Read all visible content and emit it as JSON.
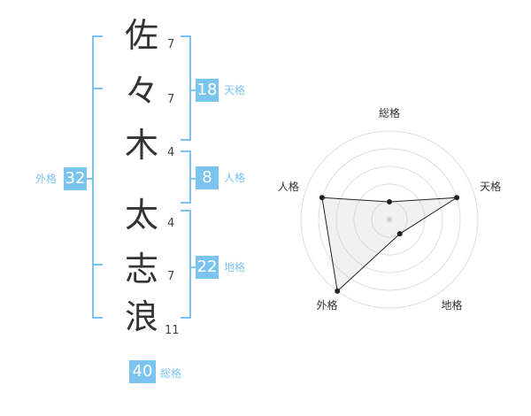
{
  "name": {
    "chars": [
      {
        "char": "佐",
        "strokes": "7"
      },
      {
        "char": "々",
        "strokes": "7"
      },
      {
        "char": "木",
        "strokes": "4"
      },
      {
        "char": "太",
        "strokes": "4"
      },
      {
        "char": "志",
        "strokes": "7"
      },
      {
        "char": "浪",
        "strokes": "11"
      }
    ]
  },
  "kakusu": {
    "tenkaku": {
      "value": "18",
      "label": "天格"
    },
    "jinkaku": {
      "value": "8",
      "label": "人格"
    },
    "chikaku": {
      "value": "22",
      "label": "地格"
    },
    "gaikaku": {
      "value": "32",
      "label": "外格"
    },
    "soukaku": {
      "value": "40",
      "label": "総格"
    }
  },
  "colors": {
    "accent": "#7cc4f0",
    "text": "#333333"
  },
  "chart_data": {
    "type": "radar",
    "axes": [
      "総格",
      "天格",
      "地格",
      "外格",
      "人格"
    ],
    "values": [
      1,
      4,
      1,
      5,
      4
    ],
    "max": 5,
    "rings": 5
  }
}
